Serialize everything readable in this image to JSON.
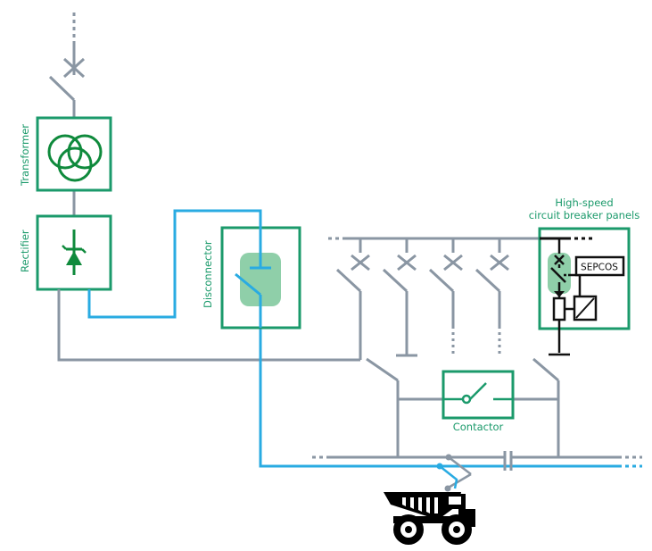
{
  "labels": {
    "transformer": "Transformer",
    "rectifier": "Rectifier",
    "disconnector": "Disconnector",
    "hscb_line1": "High-speed",
    "hscb_line2": "circuit breaker panels",
    "sepcos": "SEPCOS",
    "contactor": "Contactor"
  },
  "colors": {
    "panel_border": "#1b9a6b",
    "label_text": "#1b9a6b",
    "feed_line": "#29abe2",
    "bus_line": "#8a96a3",
    "switch_fill": "#8fcfa9",
    "symbol_green": "#0f8a3c",
    "truck": "#000000"
  }
}
